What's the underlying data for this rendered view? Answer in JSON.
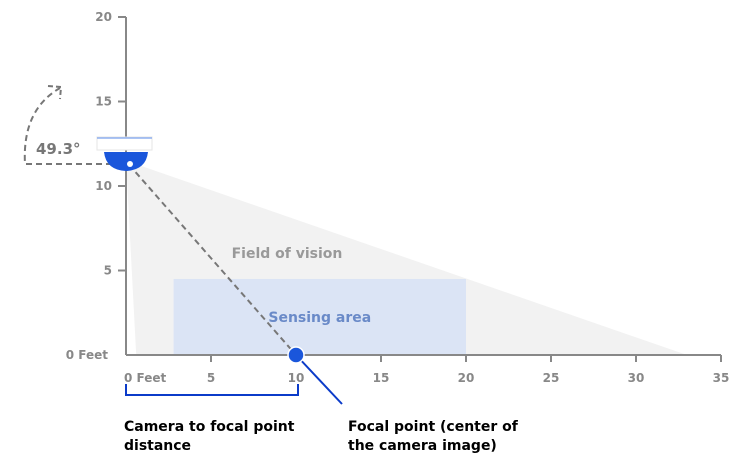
{
  "diagram": {
    "x_unit_label": "0 Feet",
    "y_unit_label": "0 Feet",
    "x_ticks": [
      5,
      10,
      15,
      20,
      25,
      30,
      35
    ],
    "y_ticks": [
      5,
      10,
      15,
      20
    ],
    "camera_height_ft": 11.5,
    "focal_point_ft": 10,
    "tilt_angle_label": "49.3°",
    "field_of_vision_label": "Field of vision",
    "field_of_vision_far_ft": 33,
    "sensing_area_label": "Sensing area",
    "sensing_area_range_ft": [
      2.8,
      20
    ],
    "sensing_area_height_ft": 4.5,
    "colors": {
      "accent": "#1a56db",
      "sensing": "#dbe4f5",
      "sensing_text": "#6a8ac8",
      "axis": "#888888"
    }
  },
  "captions": {
    "camera_distance": "Camera to focal point distance",
    "focal_point": "Focal point (center of the camera image)"
  }
}
